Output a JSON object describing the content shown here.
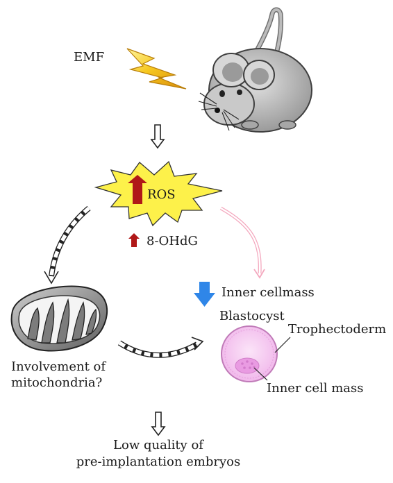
{
  "labels": {
    "emf": "EMF",
    "ros": "ROS",
    "ohdg": "8-OHdG",
    "inner_cellmass": "Inner cellmass",
    "blastocyst": "Blastocyst",
    "trophectoderm": "Trophectoderm",
    "inner_cell_mass": "Inner cell mass",
    "mito_line1": "Involvement of",
    "mito_line2": "mitochondria?",
    "result_line1": "Low quality of",
    "result_line2": "pre-implantation embryos"
  },
  "colors": {
    "lightning": "#f2b81c",
    "burst": "#fdf14a",
    "up_arrow": "#b01818",
    "down_arrow": "#2f86e8",
    "pink_arrow": "#f4a9bf",
    "blastocyst_fill": "#f7c6f1",
    "mouse_body": "#b9b9b9"
  },
  "icons": [
    "lightning-icon",
    "mouse-icon",
    "mitochondrion-icon",
    "blastocyst-icon"
  ]
}
